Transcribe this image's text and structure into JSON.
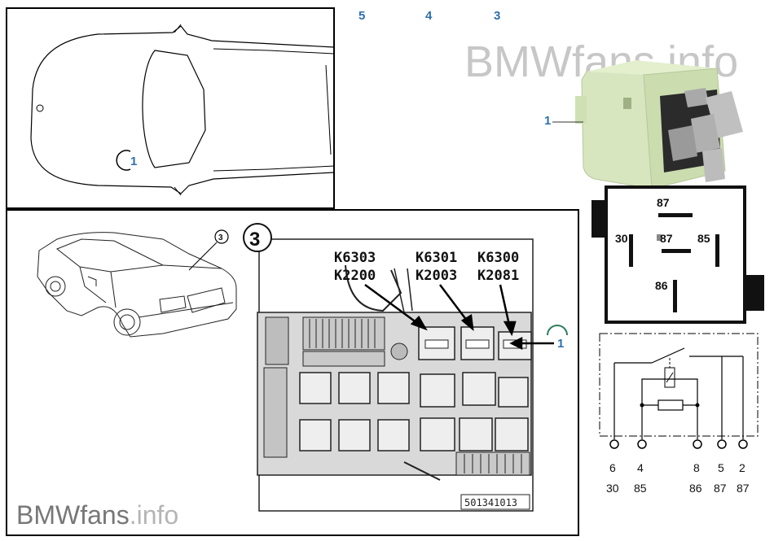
{
  "watermark": {
    "top": "BMWfans.info",
    "bottom_brand": "BMWfans",
    "bottom_suffix": ".info"
  },
  "column_numbers": [
    "5",
    "4",
    "3"
  ],
  "callouts": {
    "car_top": "1",
    "relay": "1",
    "fuse_box": "1",
    "car_view": "3",
    "detail_badge": "3"
  },
  "relay_codes": {
    "left_top": "K6303",
    "left_bottom": "K2200",
    "mid_top": "K6301",
    "mid_bottom": "K2003",
    "right_top": "K6300",
    "right_bottom": "K2081"
  },
  "part_number": "501341013",
  "relay_terminals": {
    "top": "87",
    "left": "30",
    "center": "87",
    "right": "85",
    "bottom": "86"
  },
  "schematic": {
    "pins": [
      "6",
      "4",
      "8",
      "5",
      "2"
    ],
    "terminals": [
      "30",
      "85",
      "86",
      "87",
      "87"
    ]
  }
}
